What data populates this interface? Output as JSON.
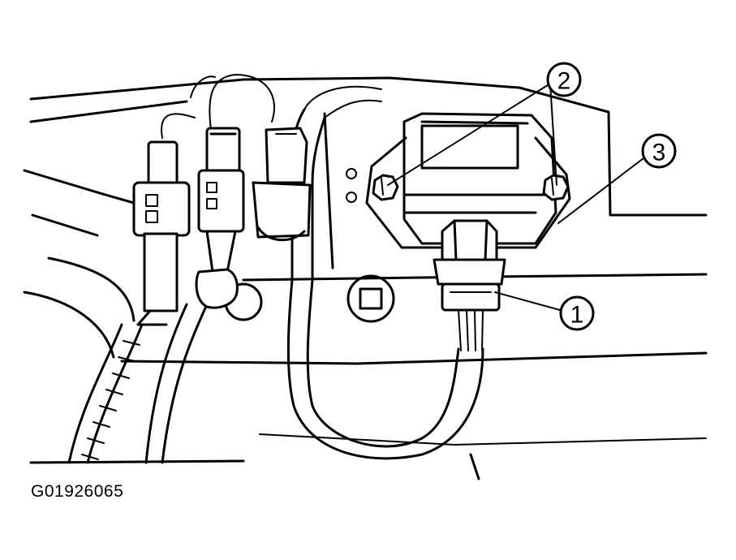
{
  "figure": {
    "id": "G01926065"
  },
  "callouts": [
    {
      "number": "1"
    },
    {
      "number": "2"
    },
    {
      "number": "3"
    }
  ]
}
